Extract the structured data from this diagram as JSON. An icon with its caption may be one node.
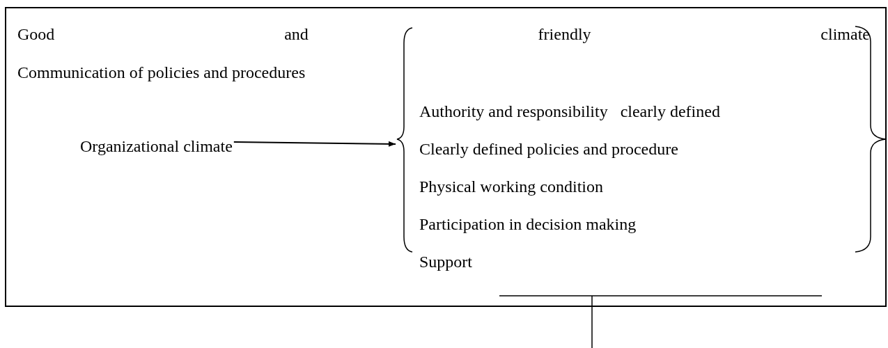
{
  "diagram": {
    "nodes": [
      {
        "text": [],
        "shape": "box"
      },
      {
        "text": [
          "Organizational climate"
        ],
        "in": 0
      },
      {
        "text": [],
        "shape": "brace",
        "in": 0
      }
    ],
    "edges": [
      {
        "from": 1,
        "to": 2,
        "arrow": "to"
      }
    ],
    "labels": [
      "Good and friendly climate",
      "Communication of policies and procedures",
      "Authority and responsibility   clearly defined",
      "Clearly defined policies and procedure",
      "Physical working condition",
      "Participation in decision making",
      "Support"
    ]
  }
}
